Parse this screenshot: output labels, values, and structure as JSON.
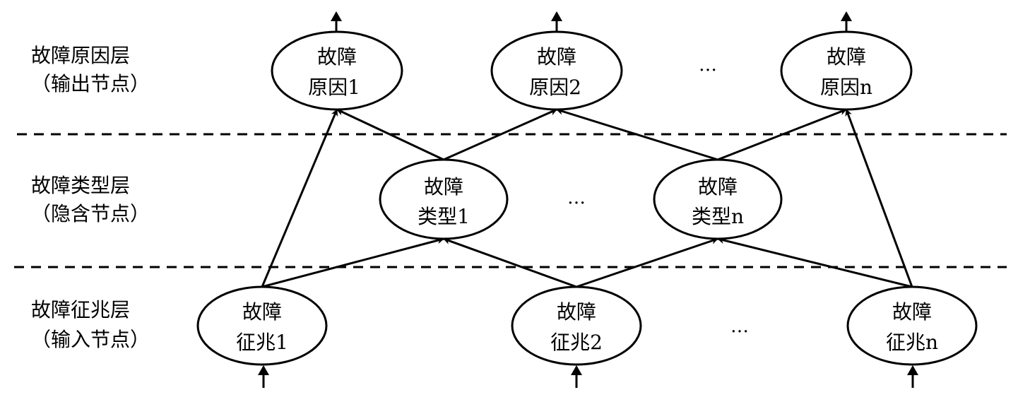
{
  "layers": [
    {
      "id": "cause",
      "title": "故障原因层",
      "subtitle": "（输出节点）"
    },
    {
      "id": "type",
      "title": "故障类型层",
      "subtitle": "（隐含节点）"
    },
    {
      "id": "symptom",
      "title": "故障征兆层",
      "subtitle": "（输入节点）"
    }
  ],
  "nodes": {
    "cause1": {
      "line1": "故障",
      "line2": "原因1"
    },
    "cause2": {
      "line1": "故障",
      "line2": "原因2"
    },
    "causen": {
      "line1": "故障",
      "line2": "原因n"
    },
    "type1": {
      "line1": "故障",
      "line2": "类型1"
    },
    "typen": {
      "line1": "故障",
      "line2": "类型n"
    },
    "sym1": {
      "line1": "故障",
      "line2": "征兆1"
    },
    "sym2": {
      "line1": "故障",
      "line2": "征兆2"
    },
    "symn": {
      "line1": "故障",
      "line2": "征兆n"
    }
  },
  "ellipsis": "…",
  "edges": [
    [
      "sym1",
      "cause1"
    ],
    [
      "sym1",
      "type1"
    ],
    [
      "sym2",
      "type1"
    ],
    [
      "sym2",
      "typen"
    ],
    [
      "symn",
      "typen"
    ],
    [
      "symn",
      "causen"
    ],
    [
      "type1",
      "cause1"
    ],
    [
      "type1",
      "cause2"
    ],
    [
      "typen",
      "cause2"
    ],
    [
      "typen",
      "causen"
    ]
  ]
}
